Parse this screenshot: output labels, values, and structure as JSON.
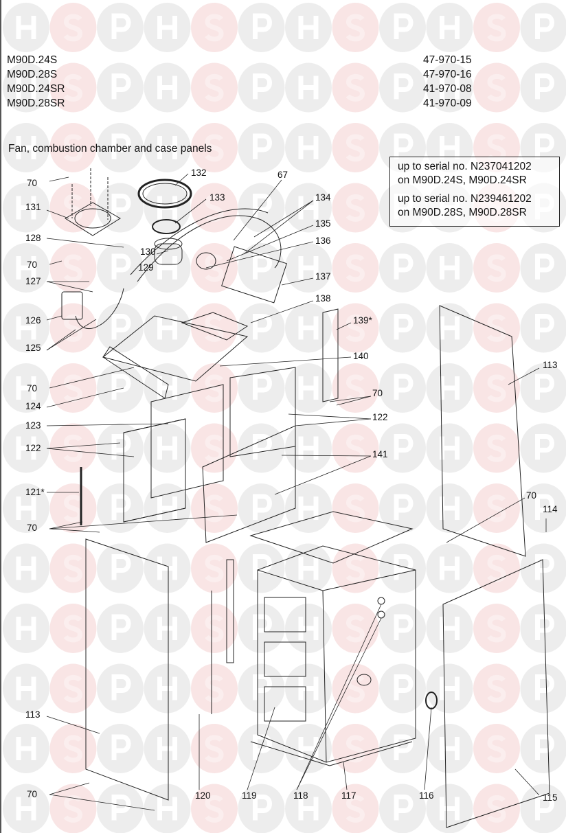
{
  "watermark": {
    "letters": [
      "H",
      "S",
      "P"
    ]
  },
  "models": [
    {
      "name": "M90D.24S",
      "part_no": "47-970-15"
    },
    {
      "name": "M90D.28S",
      "part_no": "47-970-16"
    },
    {
      "name": "M90D.24SR",
      "part_no": "41-970-08"
    },
    {
      "name": "M90D.28SR",
      "part_no": "41-970-09"
    }
  ],
  "section_title": "Fan, combustion chamber and case panels",
  "note": {
    "line1": "up to serial no. N237041202",
    "line2": "on M90D.24S, M90D.24SR",
    "line3": "up to serial no. N239461202",
    "line4": "on M90D.28S, M90D.28SR"
  },
  "callouts": [
    "70",
    "132",
    "67",
    "133",
    "134",
    "131",
    "135",
    "128",
    "136",
    "130",
    "70",
    "129",
    "137",
    "127",
    "138",
    "126",
    "139*",
    "140",
    "113",
    "125",
    "70",
    "70",
    "124",
    "122",
    "123",
    "122",
    "141",
    "121*",
    "70",
    "114",
    "70",
    "113",
    "70",
    "120",
    "119",
    "118",
    "117",
    "116",
    "115"
  ]
}
